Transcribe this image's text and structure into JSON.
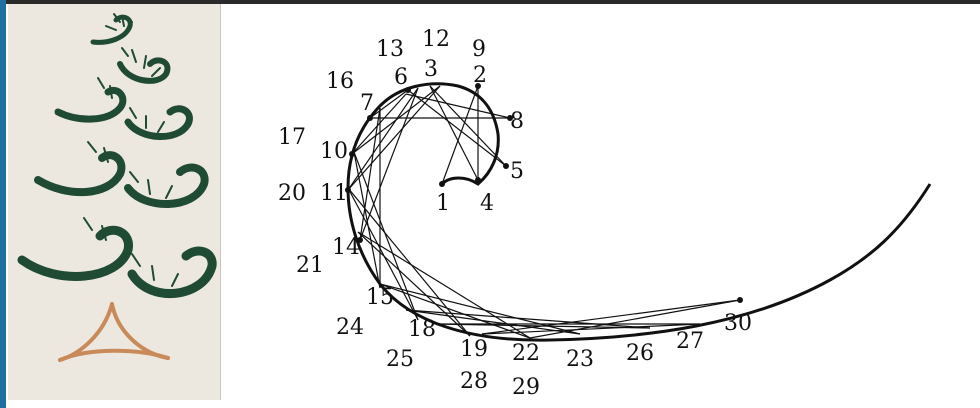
{
  "labels": {
    "l1": "1",
    "l2": "2",
    "l3": "3",
    "l4": "4",
    "l5": "5",
    "l6": "6",
    "l7": "7",
    "l8": "8",
    "l9": "9",
    "l10": "10",
    "l11": "11",
    "l12": "12",
    "l13": "13",
    "l14": "14",
    "l15": "15",
    "l16": "16",
    "l17": "17",
    "l18": "18",
    "l19": "19",
    "l20": "20",
    "l21": "21",
    "l22": "22",
    "l23": "23",
    "l24": "24",
    "l25": "25",
    "l26": "26",
    "l27": "27",
    "l28": "28",
    "l29": "29",
    "l30": "30"
  },
  "colors": {
    "spiral_stroke": "#111111",
    "panel_bg": "#ece8df",
    "tree_green": "#1f4a34",
    "trunk_brown": "#c98a5a",
    "window_accent": "#1f6fa0"
  },
  "icons": {
    "illustration": "string-art-christmas-tree",
    "diagram": "spiral-thread-pattern"
  }
}
